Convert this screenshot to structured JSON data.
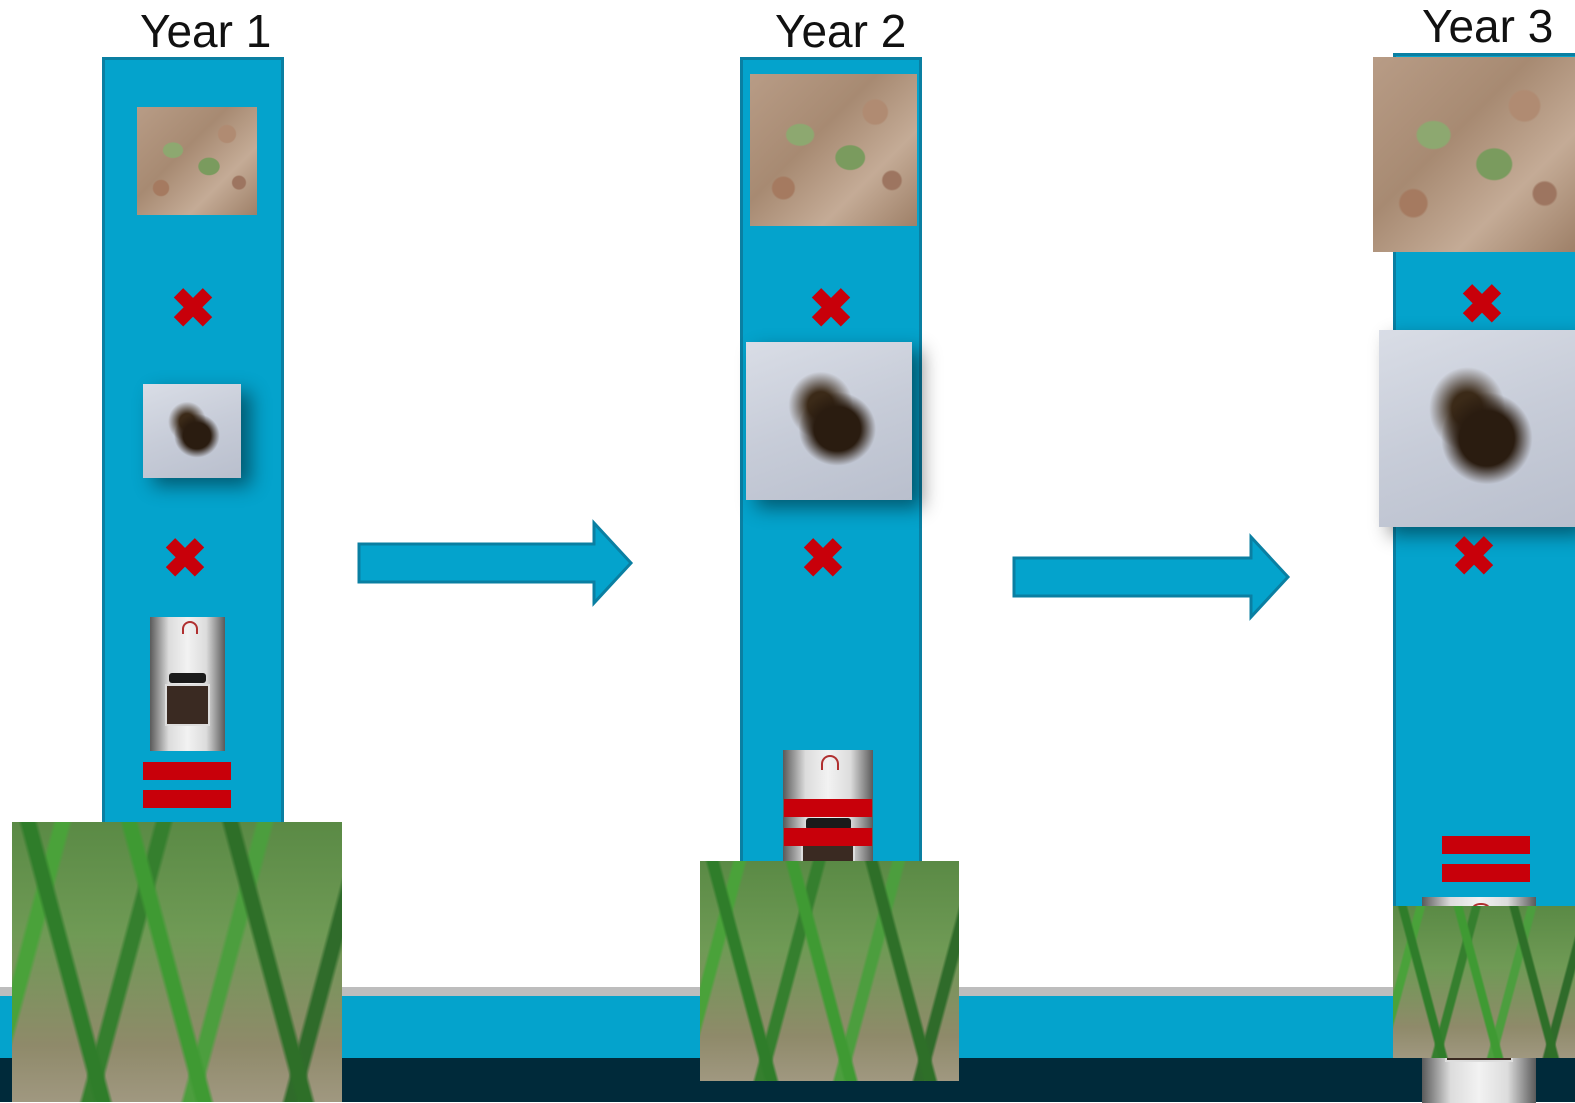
{
  "years": [
    {
      "label": "Year 1",
      "times": [
        "✖",
        "✖"
      ],
      "bag_icon": "fertilizer-bag-icon"
    },
    {
      "label": "Year 2",
      "times": [
        "✖",
        "✖"
      ],
      "bag_icon": "fertilizer-bag-icon"
    },
    {
      "label": "Year 3",
      "times": [
        "✖",
        "✖"
      ],
      "bag_icon": "fertilizer-bag-icon"
    }
  ],
  "colors": {
    "column_fill": "#04a3cc",
    "column_border": "#0a7fa2",
    "operator_red": "#c8000a",
    "band_dark": "#002a3a",
    "band_gray": "#bdbdbd"
  },
  "icons": [
    "seedling-photo",
    "roots-photo",
    "fertilizer-bag-icon",
    "multiply-icon",
    "equals-icon",
    "crop-photo",
    "arrow-right-icon"
  ]
}
